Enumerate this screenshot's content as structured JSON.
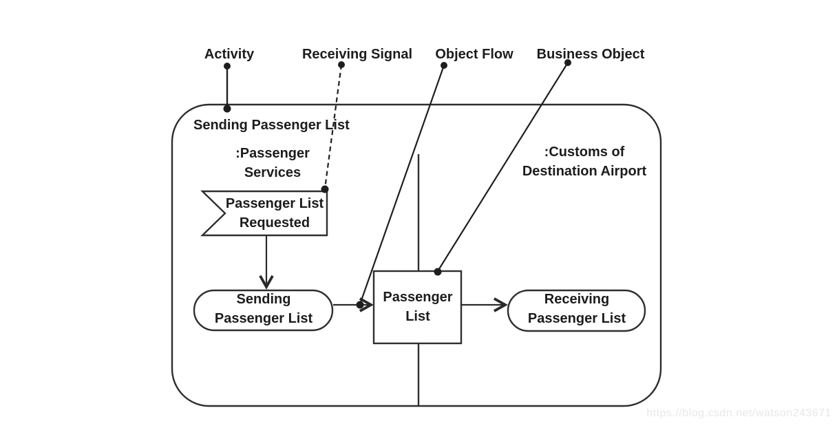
{
  "legend": {
    "activity": "Activity",
    "receiving_signal": "Receiving Signal",
    "object_flow": "Object Flow",
    "business_object": "Business Object"
  },
  "diagram": {
    "activity_title": "Sending Passenger List",
    "partitions": {
      "left": ":Passenger\nServices",
      "right": ":Customs of\nDestination Airport"
    },
    "nodes": {
      "signal": "Passenger List\nRequested",
      "action_send": "Sending\nPassenger List",
      "object": "Passenger\nList",
      "action_receive": "Receiving\nPassenger List"
    }
  },
  "watermark": "https://blog.csdn.net/watson243671",
  "colors": {
    "line": "#2a2a2a",
    "text": "#1c1c1c",
    "background": "#ffffff",
    "watermark": "#e8e8e8"
  }
}
